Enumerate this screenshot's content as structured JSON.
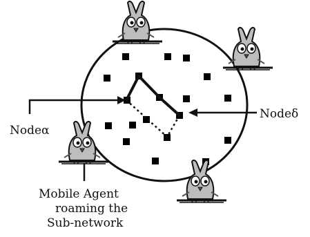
{
  "labels": {
    "node_alpha": "Nodeα",
    "node_delta": "Nodeδ",
    "agent_line1": "Mobile Agent",
    "agent_line2": "roaming the",
    "agent_line3": "Sub-network"
  },
  "agents": [
    {
      "name": "agent-top-icon"
    },
    {
      "name": "agent-right-icon"
    },
    {
      "name": "agent-left-icon"
    },
    {
      "name": "agent-bottom-icon"
    }
  ],
  "colors": {
    "stroke": "#111111",
    "node": "#000000",
    "background": "#ffffff"
  }
}
